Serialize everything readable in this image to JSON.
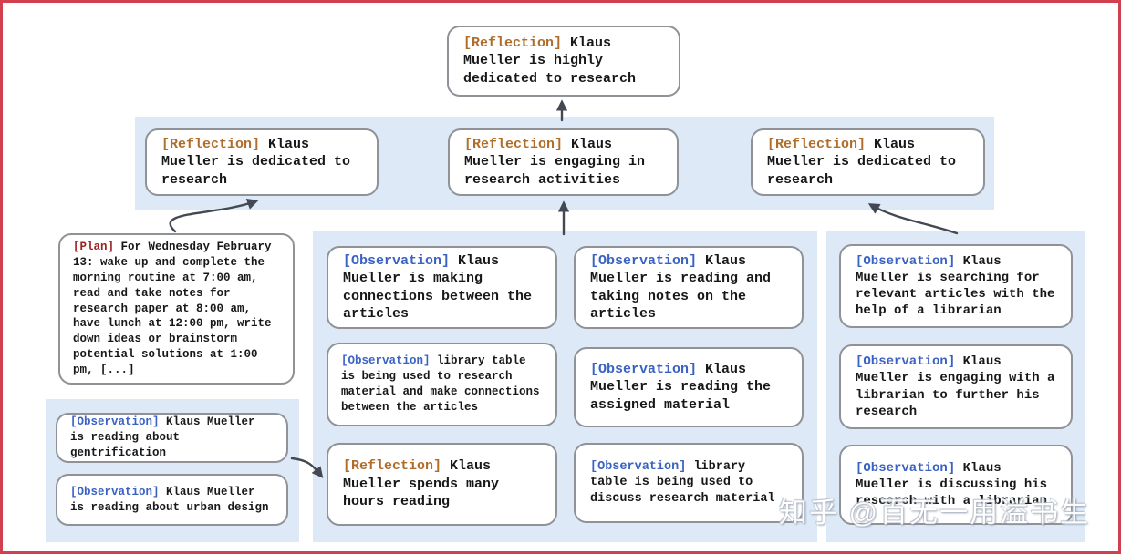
{
  "nodes": {
    "root": {
      "tag": "[Reflection]",
      "text": "Klaus Mueller is highly dedicated to research"
    },
    "ref1": {
      "tag": "[Reflection]",
      "text": "Klaus Mueller is dedicated to research"
    },
    "ref2": {
      "tag": "[Reflection]",
      "text": "Klaus Mueller is engaging in research activities"
    },
    "ref3": {
      "tag": "[Reflection]",
      "text": "Klaus Mueller is dedicated to research"
    },
    "plan": {
      "tag": "[Plan]",
      "text": "For Wednesday February 13: wake up and complete the morning routine at 7:00 am, read and take notes for research paper at 8:00 am, have lunch at 12:00 pm, write down ideas or brainstorm potential solutions at 1:00 pm, [...]"
    },
    "obsL1": {
      "tag": "[Observation]",
      "text": "Klaus Mueller is reading about gentrification"
    },
    "obsL2": {
      "tag": "[Observation]",
      "text": "Klaus Mueller is reading about urban design"
    },
    "m1": {
      "tag": "[Observation]",
      "text": "Klaus Mueller is making connections between the articles"
    },
    "m2": {
      "tag": "[Observation]",
      "text": "library table is being used to research material and make connections between the articles"
    },
    "m3": {
      "tag": "[Reflection]",
      "text": "Klaus Mueller spends many hours reading"
    },
    "n1": {
      "tag": "[Observation]",
      "text": "Klaus Mueller is reading and taking notes on the articles"
    },
    "n2": {
      "tag": "[Observation]",
      "text": "Klaus Mueller is reading the assigned material"
    },
    "n3": {
      "tag": "[Observation]",
      "text": "library table is being used to discuss research material"
    },
    "r1": {
      "tag": "[Observation]",
      "text": "Klaus Mueller is searching for relevant articles with the help of a librarian"
    },
    "r2": {
      "tag": "[Observation]",
      "text": "Klaus Mueller is engaging with a librarian to further his research"
    },
    "r3": {
      "tag": "[Observation]",
      "text": "Klaus Mueller is discussing his research with a librarian"
    }
  },
  "watermark": "知乎 @百无一用溢书生",
  "colors": {
    "frame_red": "#d2404f",
    "band_blue": "#dde9f7",
    "node_border": "#8f9296",
    "tag_reflection": "#b06d2a",
    "tag_observation": "#3a62c4",
    "tag_plan": "#9c2222",
    "arrow": "#434852",
    "text": "#17181a"
  }
}
